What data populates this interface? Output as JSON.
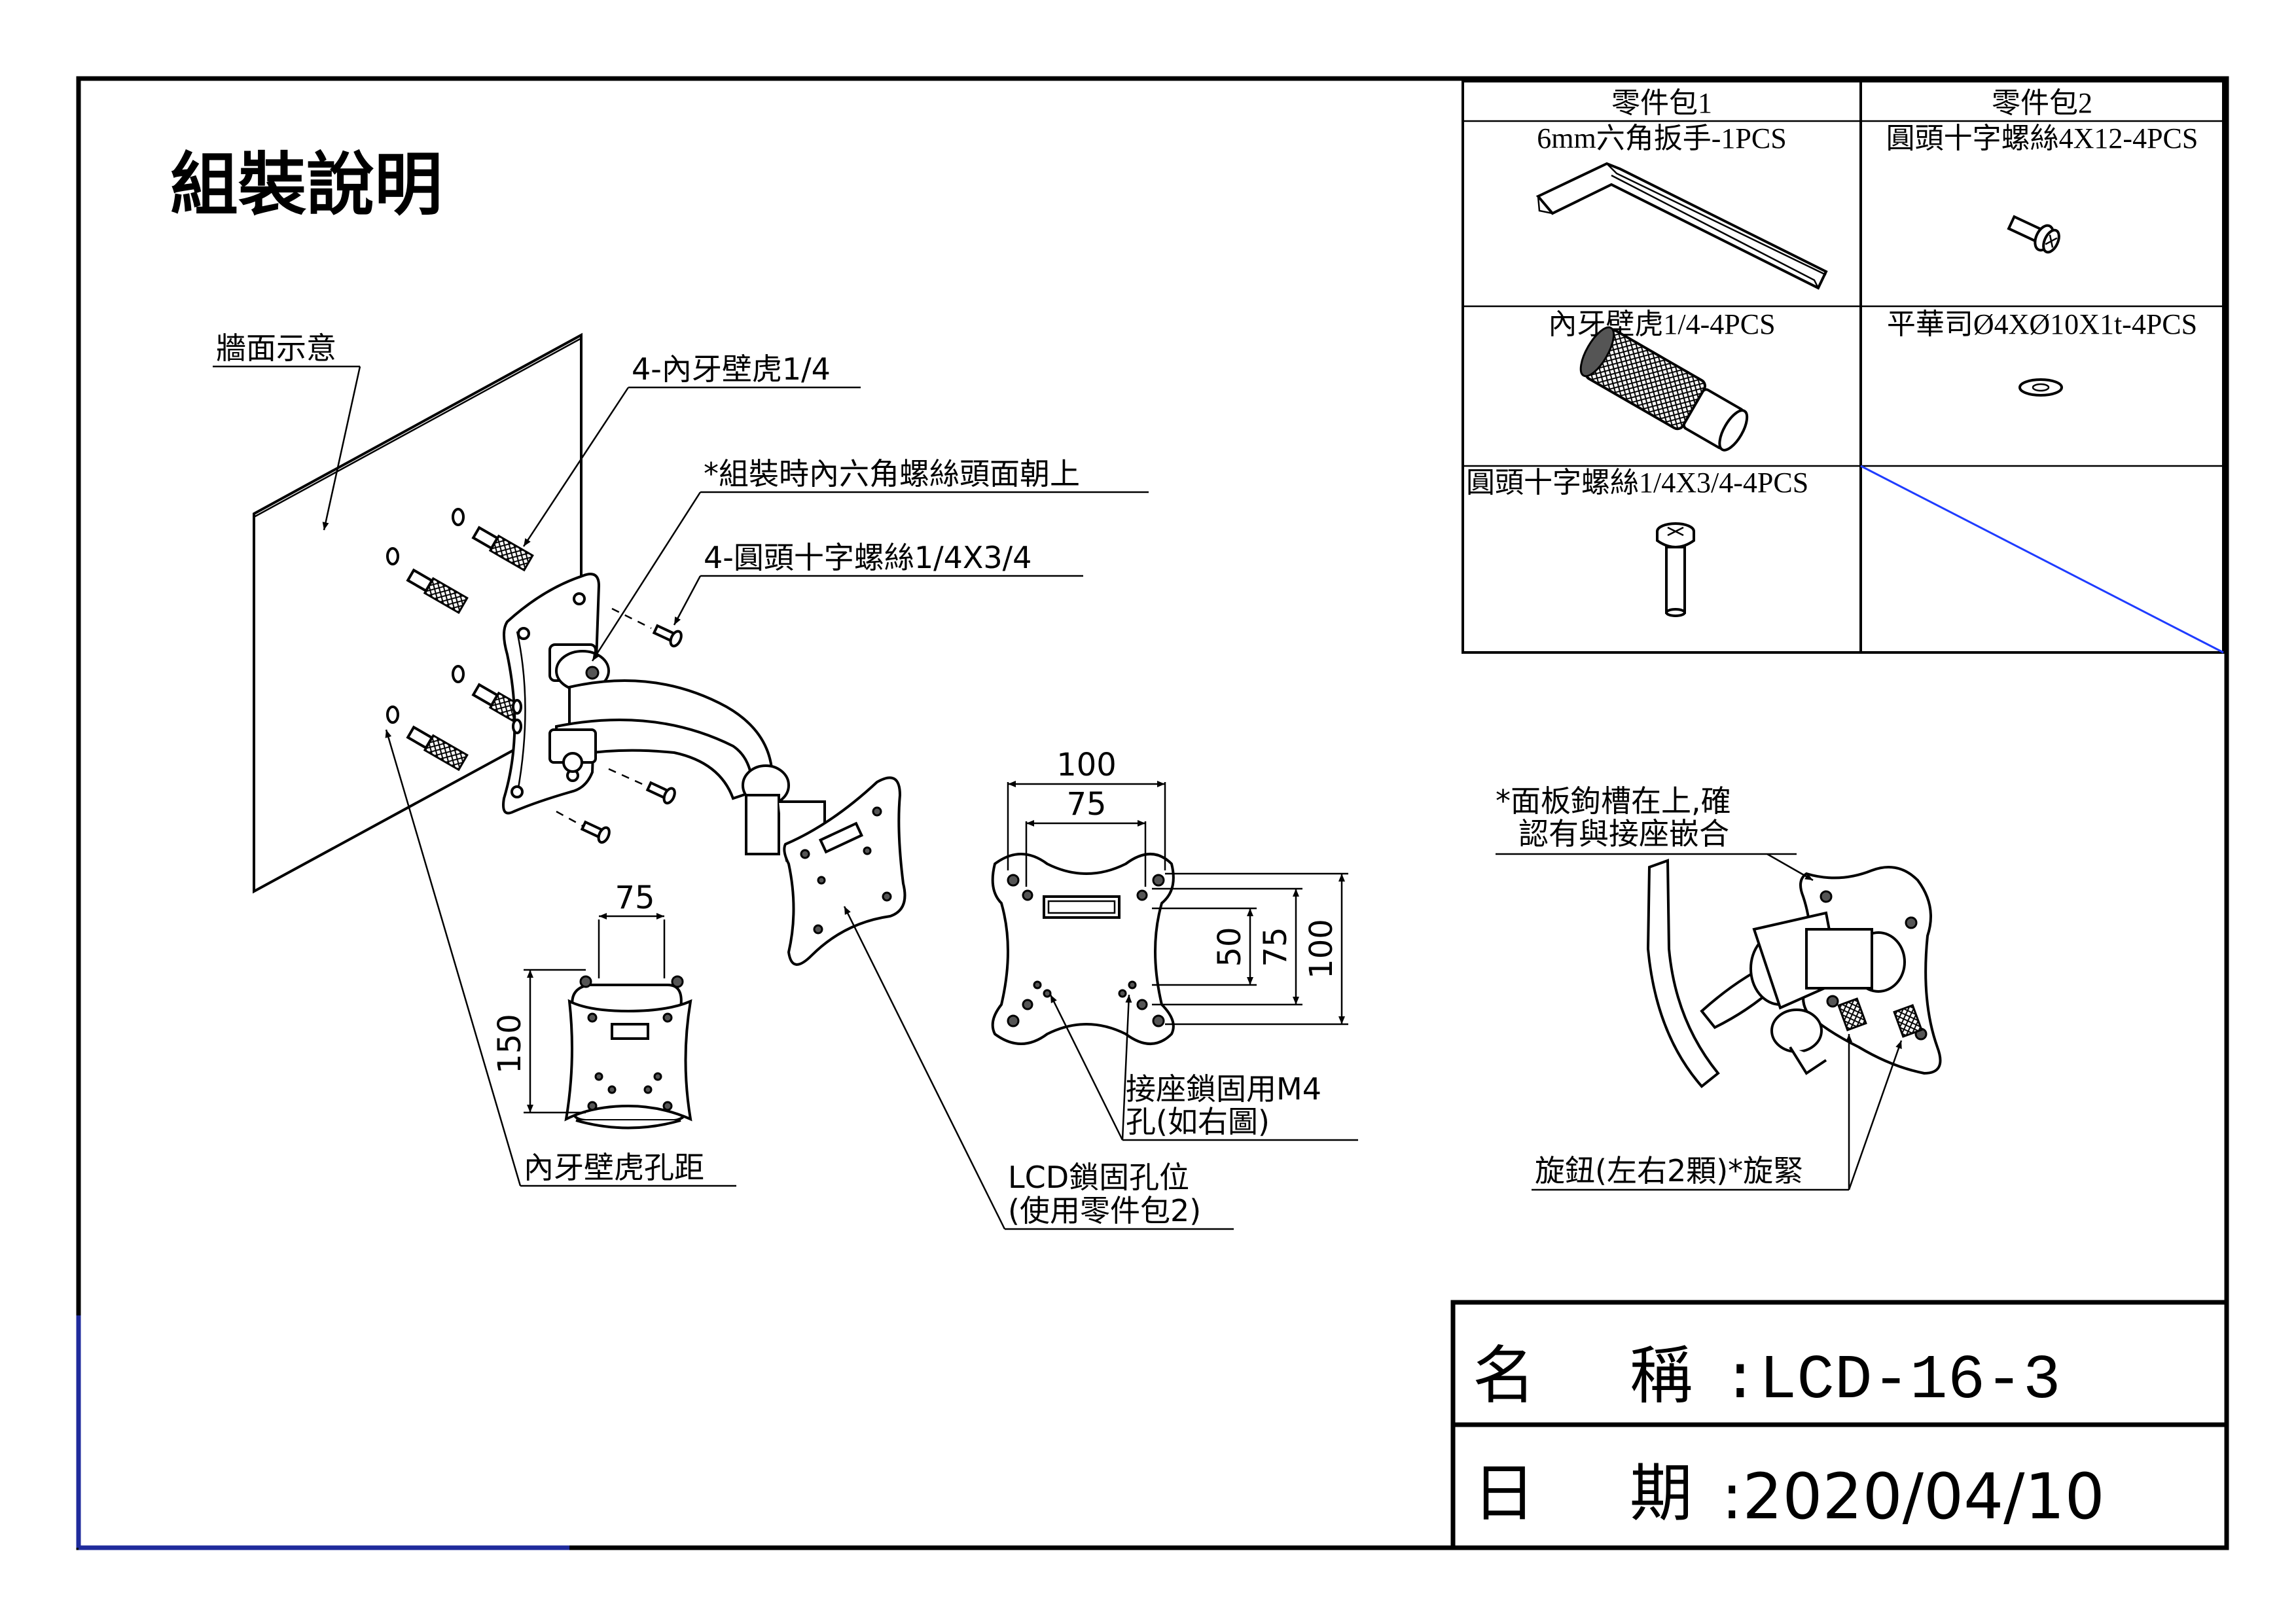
{
  "title": "組裝說明",
  "labels": {
    "wall": "牆面示意",
    "anchor": "4-內牙壁虎1/4",
    "hex_note": "*組裝時內六角螺絲頭面朝上",
    "round_screw": "4-圓頭十字螺絲1/4X3/4",
    "anchor_spacing": "內牙壁虎孔距",
    "lcd_holes_line1": "LCD鎖固孔位",
    "lcd_holes_line2": "(使用零件包2)",
    "m4_line1": "接座鎖固用M4",
    "m4_line2": "孔(如右圖)",
    "panel_note_line1": "*面板鉤槽在上,確",
    "panel_note_line2": "認有與接座嵌合",
    "knob_note": "旋鈕(左右2顆)*旋緊"
  },
  "dimensions": {
    "wall_plate_width": "75",
    "wall_plate_height": "150",
    "vesa_outer_h": "100",
    "vesa_inner_h": "75",
    "vesa_v_50": "50",
    "vesa_v_75": "75",
    "vesa_v_100": "100"
  },
  "parts_table": {
    "headers": [
      "零件包1",
      "零件包2"
    ],
    "items": [
      {
        "id": "hex_key",
        "label": "6mm六角扳手-1PCS"
      },
      {
        "id": "screw_m4",
        "label": "圓頭十字螺絲4X12-4PCS"
      },
      {
        "id": "anchor",
        "label": "內牙壁虎1/4-4PCS"
      },
      {
        "id": "washer",
        "label": "平華司Ø4XØ10X1t-4PCS"
      },
      {
        "id": "screw_quarter",
        "label": "圓頭十字螺絲1/4X3/4-4PCS"
      }
    ]
  },
  "title_block": {
    "name_label": "名 稱",
    "name_value": ":LCD-16-3",
    "date_label": "日 期",
    "date_value": ":2020/04/10"
  }
}
